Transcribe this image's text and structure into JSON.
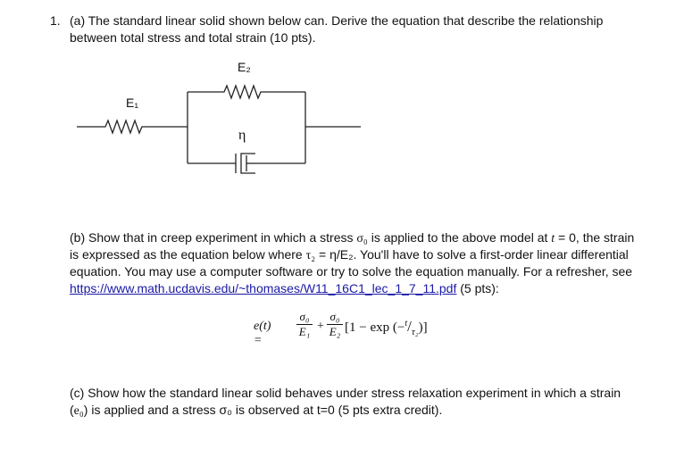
{
  "part_a": {
    "number": "1.",
    "line1": "(a) The standard linear solid shown below can. Derive the equation that describe the relationship",
    "line2": "between total stress and total strain (10 pts)."
  },
  "diagram": {
    "label_e2": "E₂",
    "label_e1": "E₁",
    "label_eta": "η"
  },
  "part_b": {
    "line1_pre": "(b) Show that in creep experiment in which a stress ",
    "line1_sym": "σ₀",
    "line1_mid": " is applied to the above model at ",
    "line1_t": "t",
    "line1_post": " = 0, the strain",
    "line2_pre": "is expressed as the equation below where ",
    "line2_sym": "τ₂",
    "line2_post": " = η/E₂. You'll have to solve a first-order linear differential",
    "line3": "equation. You may use a computer software or try to solve the equation manually. For a refresher, see",
    "link": "https://www.math.ucdavis.edu/~thomases/W11_16C1_lec_1_7_11.pdf",
    "link_suffix": " (5 pts):"
  },
  "equation": {
    "lhs": "e(t) =",
    "num1": "σ₀",
    "den1": "E₁",
    "plus": "+",
    "num2": "σ₀",
    "den2": "E₂",
    "bracket": "[1 − exp (−",
    "t_sup": "t",
    "slash": "/",
    "tau_sub": "τ₂",
    "close": ")]"
  },
  "part_c": {
    "line1": "(c) Show how the standard linear solid behaves under stress relaxation experiment in which a strain",
    "line2_pre": "(",
    "line2_sym": "e₀",
    "line2_post": ") is applied and a stress σ₀ is observed at t=0 (5 pts extra credit)."
  }
}
